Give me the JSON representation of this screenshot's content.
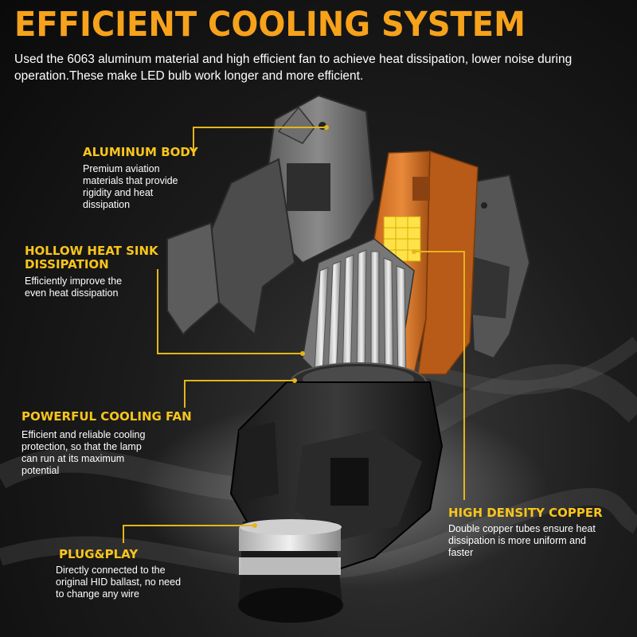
{
  "title": "EFFICIENT COOLING SYSTEM",
  "intro": "Used the 6063 aluminum material and high efficient fan to achieve heat dissipation, lower noise during operation.These make LED bulb work longer and more efficient.",
  "features": {
    "aluminum": {
      "label": "ALUMINUM BODY",
      "desc": "Premium aviation materials that provide rigidity and heat dissipation"
    },
    "heatsink": {
      "label": "HOLLOW HEAT SINK DISSIPATION",
      "desc": "Efficiently improve the even heat dissipation"
    },
    "fan": {
      "label": "POWERFUL COOLING FAN",
      "desc": "Efficient and reliable cooling protection, so that the lamp can run at its maximum potential"
    },
    "copper": {
      "label": "HIGH DENSITY COPPER",
      "desc": "Double copper tubes ensure heat dissipation is more uniform and faster"
    },
    "plug": {
      "label": "PLUG&PLAY",
      "desc": "Directly connected to the original HID ballast, no need to change any wire"
    }
  },
  "colors": {
    "title": "#f7a21b",
    "label": "#f9c51b",
    "leader_line": "#e5b51a",
    "background": "#141414"
  },
  "icons": [
    "led-bulb-illustration"
  ]
}
